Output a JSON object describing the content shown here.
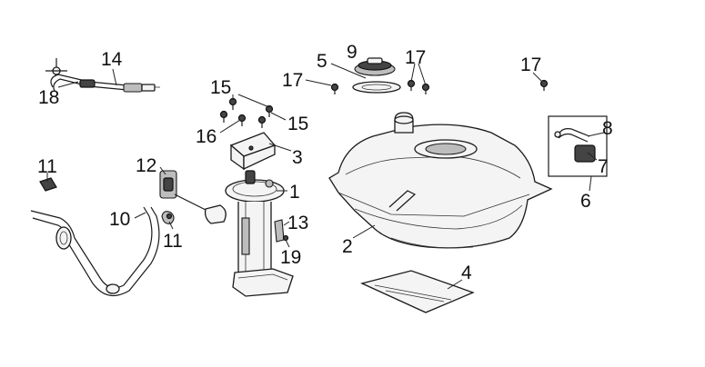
{
  "callouts": {
    "c1": "1",
    "c2": "2",
    "c3": "3",
    "c4": "4",
    "c5": "5",
    "c6": "6",
    "c7": "7",
    "c8": "8",
    "c9": "9",
    "c10": "10",
    "c11a": "11",
    "c11b": "11",
    "c12": "12",
    "c13": "13",
    "c14": "14",
    "c15a": "15",
    "c15b": "15",
    "c16": "16",
    "c17a": "17",
    "c17b": "17",
    "c17c": "17",
    "c18": "18",
    "c19": "19"
  }
}
